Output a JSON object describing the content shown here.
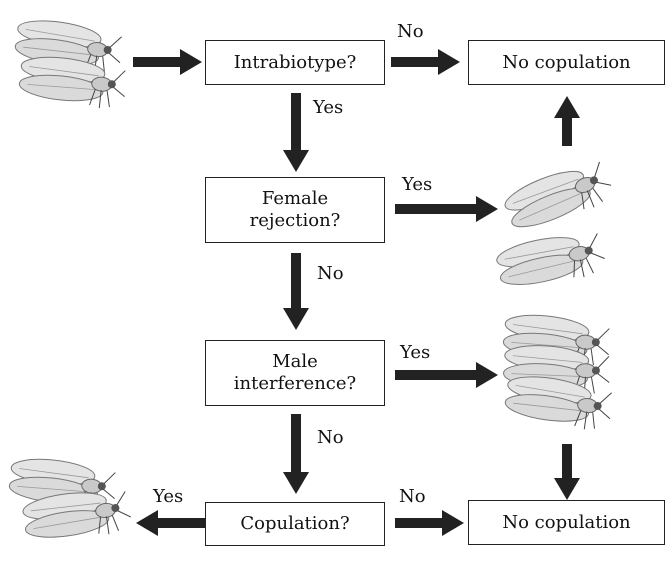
{
  "nodes": {
    "intrabiotype": "Intrabiotype?",
    "female_rejection_l1": "Female",
    "female_rejection_l2": "rejection?",
    "male_interference_l1": "Male",
    "male_interference_l2": "interference?",
    "copulation": "Copulation?",
    "no_copulation_top": "No copulation",
    "no_copulation_bottom": "No copulation"
  },
  "edge_labels": {
    "intrabiotype_no": "No",
    "intrabiotype_yes": "Yes",
    "female_rejection_yes": "Yes",
    "female_rejection_no": "No",
    "male_interference_yes": "Yes",
    "male_interference_no": "No",
    "copulation_yes": "Yes",
    "copulation_no": "No"
  },
  "illustrations": {
    "start": "whitefly-pair-icon",
    "female_rejection_yes": "whitefly-pair-separated-icon",
    "male_interference_yes": "whitefly-trio-icon",
    "copulation_yes": "whitefly-mating-icon"
  }
}
